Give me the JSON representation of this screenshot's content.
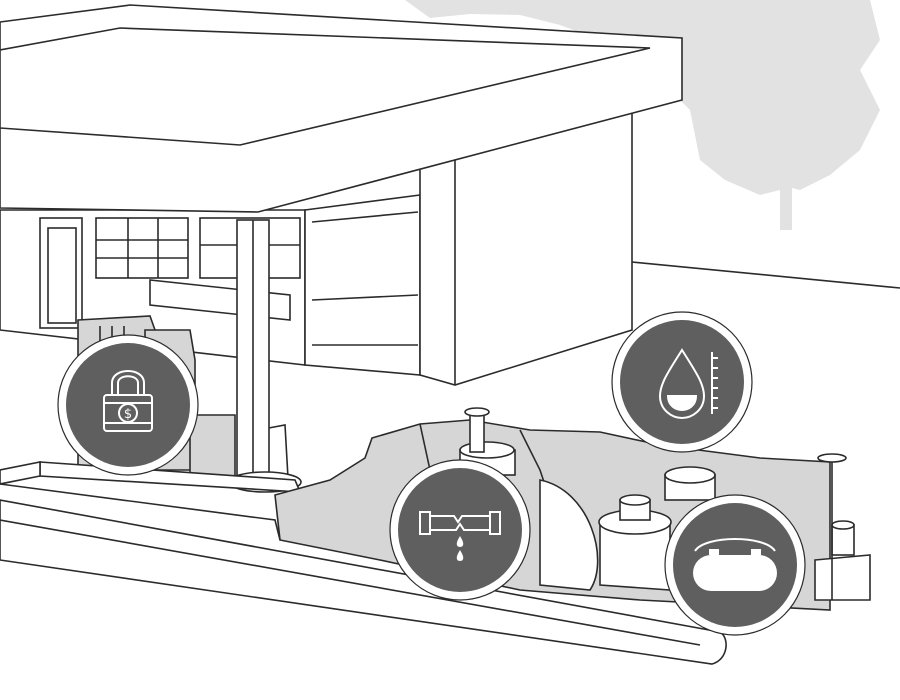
{
  "colors": {
    "background": "#ffffff",
    "line": "#2b2b2b",
    "tree": "#e2e2e2",
    "ground_cut": "#d6d6d6",
    "badge_fill": "#5f5f5f",
    "badge_ring": "#ffffff",
    "icon_stroke": "#ffffff"
  },
  "badges": [
    {
      "name": "security-badge",
      "icon": "padlock-dollar-icon"
    },
    {
      "name": "fuel-level-badge",
      "icon": "droplet-gauge-icon"
    },
    {
      "name": "pipe-leak-badge",
      "icon": "leaking-pipe-icon"
    },
    {
      "name": "storage-tank-badge",
      "icon": "underground-tank-icon"
    }
  ]
}
